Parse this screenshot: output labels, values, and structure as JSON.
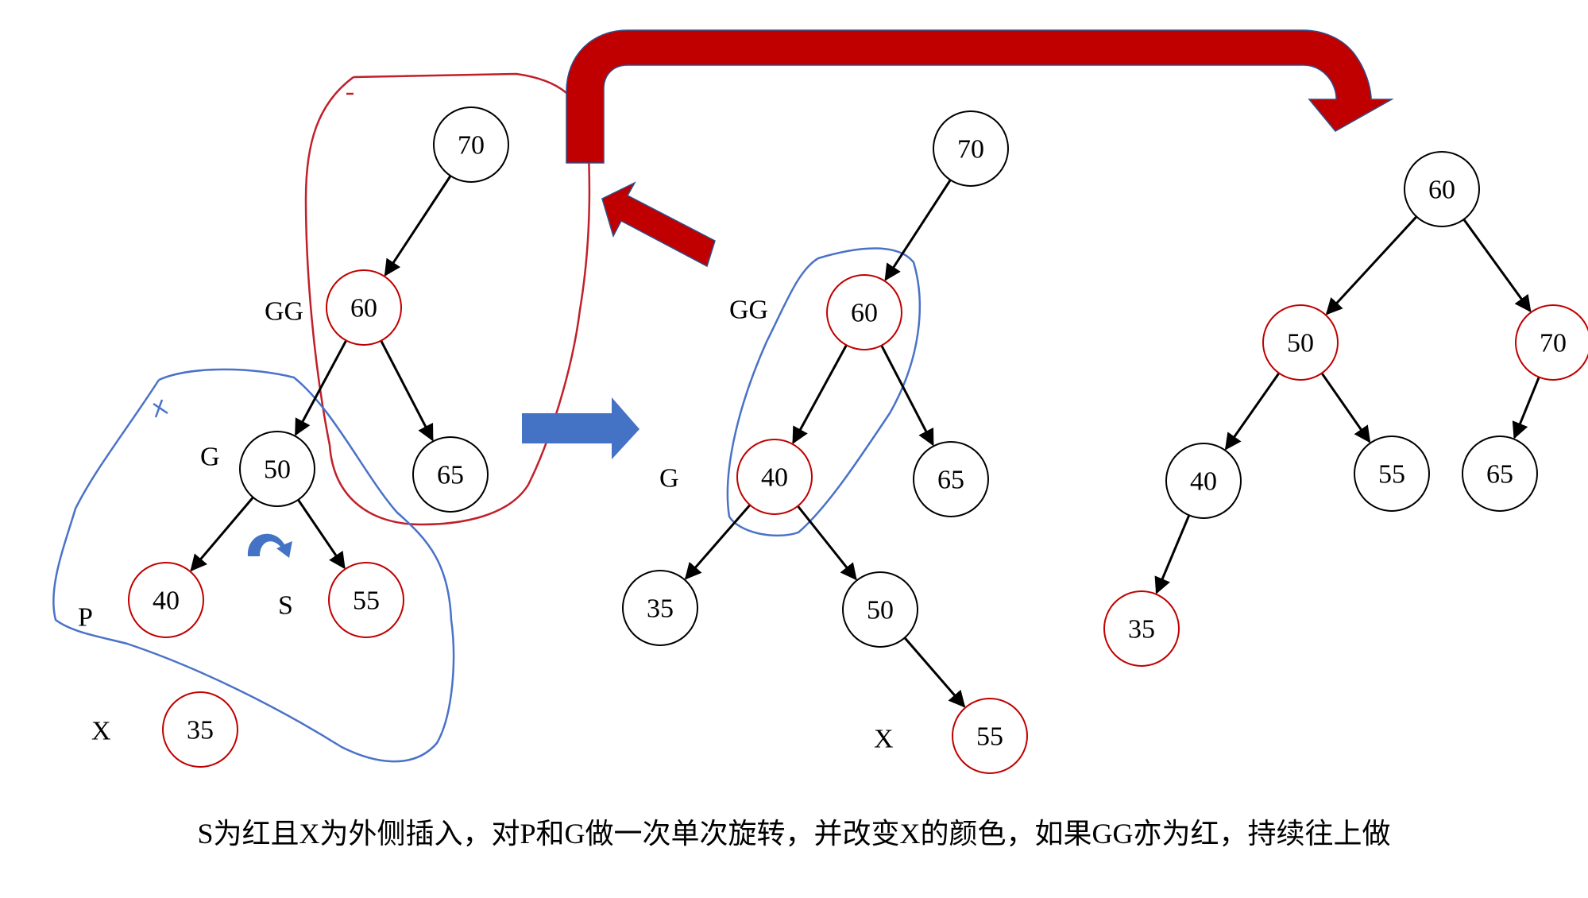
{
  "caption": "S为红且X为外侧插入，对P和G做一次单次旋转，并改变X的颜色，如果GG亦为红，持续往上做",
  "colors": {
    "red": "#c00000",
    "black": "#000000",
    "arrow_red": "#c00000",
    "arrow_blue": "#4472c4",
    "sketch_red": "#c0202a",
    "sketch_blue": "#4a72c8"
  },
  "trees": [
    {
      "id": "before",
      "nodes": [
        {
          "id": "n70",
          "value": "70",
          "color": "black"
        },
        {
          "id": "n60",
          "value": "60",
          "color": "red",
          "label": "GG"
        },
        {
          "id": "n50",
          "value": "50",
          "color": "black",
          "label": "G"
        },
        {
          "id": "n65",
          "value": "65",
          "color": "black"
        },
        {
          "id": "n40",
          "value": "40",
          "color": "red",
          "label": "P"
        },
        {
          "id": "n55",
          "value": "55",
          "color": "red",
          "label": "S"
        },
        {
          "id": "n35",
          "value": "35",
          "color": "red",
          "label": "X"
        }
      ],
      "edges": [
        [
          "n70",
          "n60"
        ],
        [
          "n60",
          "n50"
        ],
        [
          "n60",
          "n65"
        ],
        [
          "n50",
          "n40"
        ],
        [
          "n50",
          "n55"
        ]
      ]
    },
    {
      "id": "after-rotation",
      "nodes": [
        {
          "id": "m70",
          "value": "70",
          "color": "black"
        },
        {
          "id": "m60",
          "value": "60",
          "color": "red",
          "label": "GG"
        },
        {
          "id": "m40",
          "value": "40",
          "color": "red",
          "label": "G"
        },
        {
          "id": "m65",
          "value": "65",
          "color": "black"
        },
        {
          "id": "m35",
          "value": "35",
          "color": "black"
        },
        {
          "id": "m50",
          "value": "50",
          "color": "black"
        },
        {
          "id": "m55",
          "value": "55",
          "color": "red",
          "label": "X"
        }
      ],
      "edges": [
        [
          "m70",
          "m60"
        ],
        [
          "m60",
          "m40"
        ],
        [
          "m60",
          "m65"
        ],
        [
          "m40",
          "m35"
        ],
        [
          "m40",
          "m50"
        ],
        [
          "m50",
          "m55"
        ]
      ]
    },
    {
      "id": "final",
      "nodes": [
        {
          "id": "f60",
          "value": "60",
          "color": "black"
        },
        {
          "id": "f50",
          "value": "50",
          "color": "red"
        },
        {
          "id": "f70",
          "value": "70",
          "color": "red"
        },
        {
          "id": "f40",
          "value": "40",
          "color": "black"
        },
        {
          "id": "f55",
          "value": "55",
          "color": "black"
        },
        {
          "id": "f65",
          "value": "65",
          "color": "black"
        },
        {
          "id": "f35",
          "value": "35",
          "color": "red"
        }
      ],
      "edges": [
        [
          "f60",
          "f50"
        ],
        [
          "f60",
          "f70"
        ],
        [
          "f50",
          "f40"
        ],
        [
          "f50",
          "f55"
        ],
        [
          "f70",
          "f65"
        ],
        [
          "f40",
          "f35"
        ]
      ]
    }
  ]
}
